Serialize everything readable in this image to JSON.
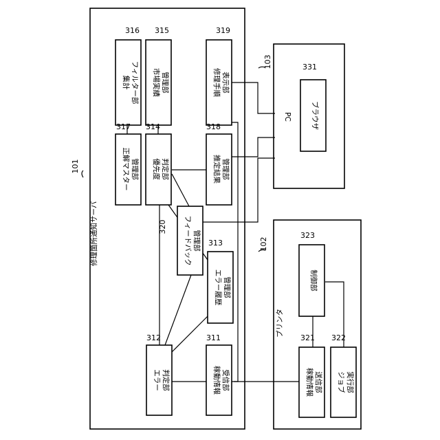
{
  "server": {
    "ref": "101",
    "title": "修理箇所通知サーバ",
    "boxes": {
      "b316": {
        "ref": "316",
        "lines": [
          "集計",
          "フィルター部"
        ]
      },
      "b315": {
        "ref": "315",
        "lines": [
          "市場実績",
          "管理部"
        ]
      },
      "b319": {
        "ref": "319",
        "lines": [
          "修理手順",
          "表示部"
        ]
      },
      "b317": {
        "ref": "317",
        "lines": [
          "正解マスター",
          "管理部"
        ]
      },
      "b314": {
        "ref": "314",
        "lines": [
          "優先度",
          "判定部"
        ]
      },
      "b318": {
        "ref": "318",
        "lines": [
          "推定結果",
          "管理部"
        ]
      },
      "b320": {
        "ref": "320",
        "lines": [
          "フィードバック",
          "管理部"
        ]
      },
      "b313": {
        "ref": "313",
        "lines": [
          "エラー履歴",
          "管理部"
        ]
      },
      "b312": {
        "ref": "312",
        "lines": [
          "エラー",
          "判定部"
        ]
      },
      "b311": {
        "ref": "311",
        "lines": [
          "稼動情報",
          "受信部"
        ]
      }
    }
  },
  "pc": {
    "ref": "103",
    "title": "PC",
    "browser": {
      "ref": "331",
      "label": "ブラウザ"
    }
  },
  "printer": {
    "ref": "102",
    "title": "プリンタ",
    "boxes": {
      "b323": {
        "ref": "323",
        "lines": [
          "制御部"
        ]
      },
      "b321": {
        "ref": "321",
        "lines": [
          "稼動情報",
          "送信部"
        ]
      },
      "b322": {
        "ref": "322",
        "lines": [
          "ジョブ",
          "実行部"
        ]
      }
    }
  }
}
